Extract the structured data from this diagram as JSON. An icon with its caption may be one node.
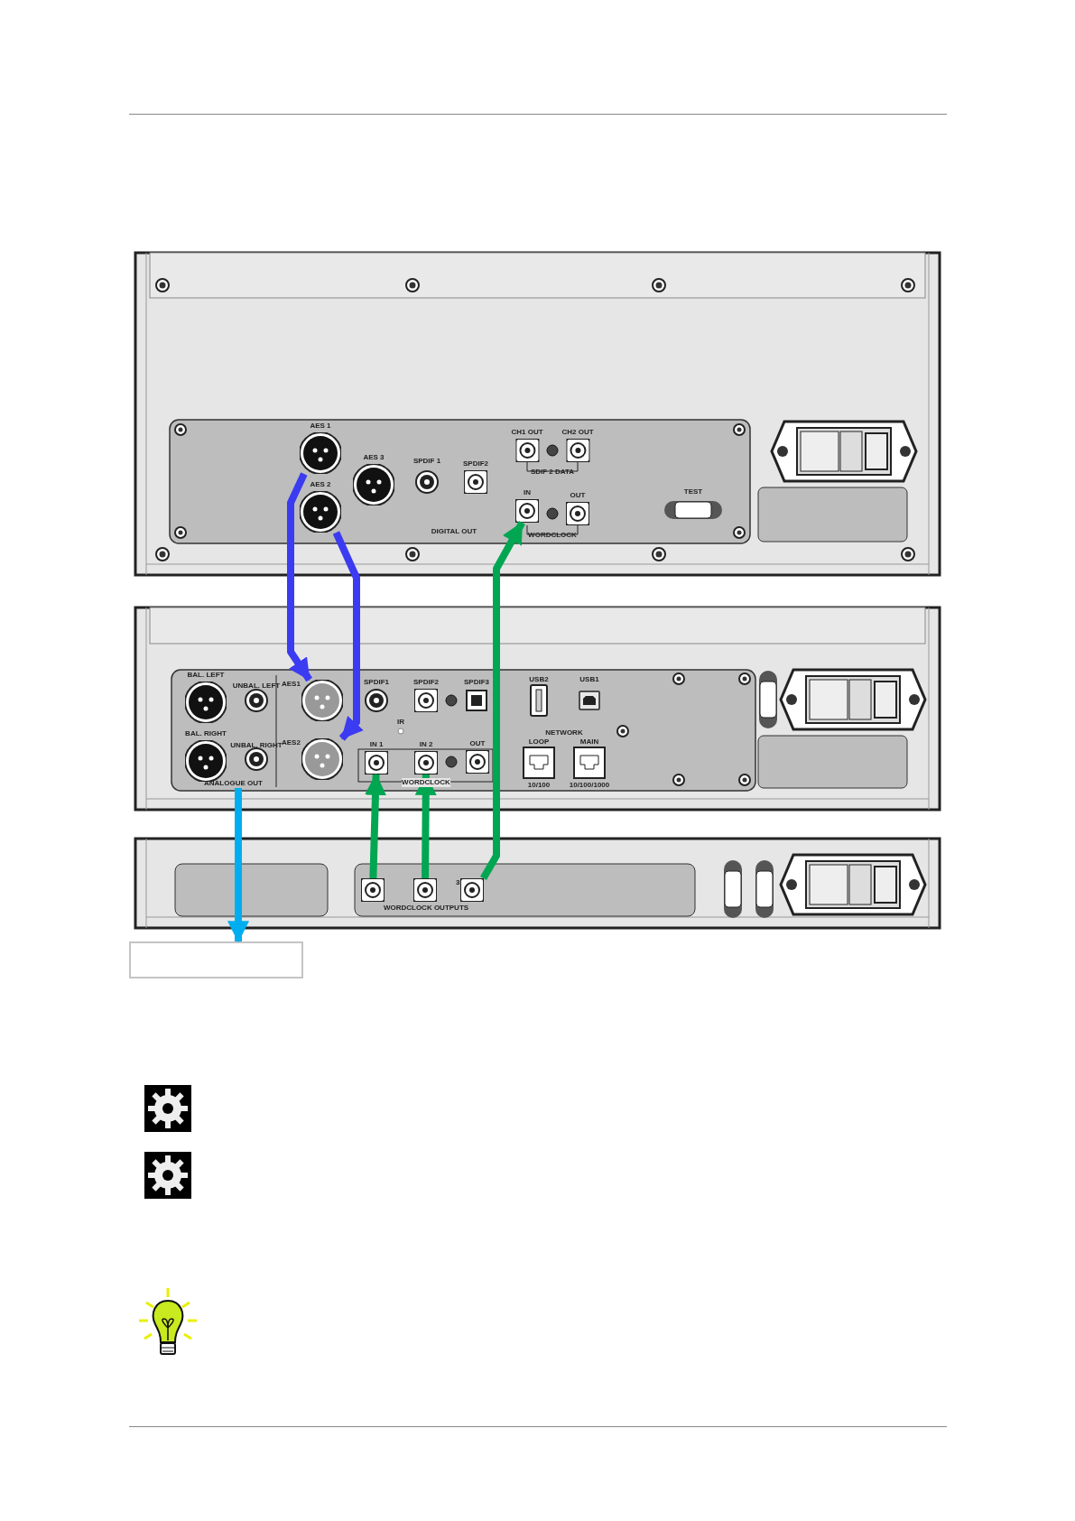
{
  "diagram": {
    "nodes": [
      {
        "text": [
          "AES 1"
        ]
      },
      {
        "text": [
          "AES 2"
        ]
      },
      {
        "text": [
          "IN"
        ]
      },
      {
        "text": [
          "AES1"
        ]
      },
      {
        "text": [
          "AES2"
        ]
      },
      {
        "text": [
          "IN 1"
        ]
      },
      {
        "text": [
          "IN 2"
        ]
      },
      {
        "text": [
          "ANALOGUE OUT"
        ]
      },
      {
        "text": [],
        "shape": "box"
      },
      {
        "text": [],
        "shape": "box"
      },
      {
        "text": [
          "3"
        ]
      },
      {
        "text": [],
        "shape": "box"
      },
      {
        "text": [
          "AES 3"
        ]
      },
      {
        "text": [
          "SPDIF2"
        ]
      },
      {
        "text": [
          "CH1 OUT"
        ]
      },
      {
        "text": [
          "CH2 OUT"
        ]
      },
      {
        "text": [
          "OUT"
        ]
      },
      {
        "text": [
          "BAL. LEFT"
        ]
      },
      {
        "text": [
          "BAL. RIGHT"
        ]
      },
      {
        "text": [
          "SPDIF2"
        ]
      },
      {
        "text": [
          "OUT"
        ]
      }
    ],
    "edges": [
      {
        "from": 0,
        "to": 3,
        "arrow": "to",
        "color": "#3b3bf2"
      },
      {
        "from": 1,
        "to": 4,
        "arrow": "to",
        "color": "#3b3bf2"
      },
      {
        "from": 8,
        "to": 5,
        "arrow": "to"
      },
      {
        "from": 9,
        "to": 6,
        "arrow": "to"
      },
      {
        "from": 10,
        "to": 2,
        "arrow": "to"
      },
      {
        "from": 7,
        "to": 11,
        "arrow": "to",
        "color": "#00aeef"
      }
    ],
    "labels": [
      "SPDIF 1",
      "SDIF 2 DATA",
      "TEST",
      "DIGITAL OUT",
      "WORDCLOCK",
      "UNBAL. LEFT",
      "UNBAL. RIGHT",
      "SPDIF1",
      "SPDIF3",
      "IR",
      "WORDCLOCK",
      "USB2",
      "USB1",
      "NETWORK",
      "LOOP",
      "MAIN",
      "10/100",
      "10/100/1000",
      "WORDCLOCK OUTPUTS"
    ]
  }
}
